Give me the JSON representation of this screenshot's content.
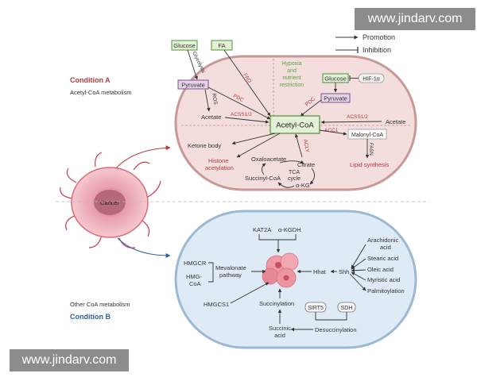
{
  "watermark": "www.jindarv.com",
  "legend": {
    "promotion": "Promotion",
    "inhibition": "Inhibition"
  },
  "condition_a": {
    "title": "Condition A",
    "subtitle": "Acetyl-CoA metabolism",
    "nodes": {
      "glucose": "Glucose",
      "fa": "FA",
      "glycolysis": "Glycolysis",
      "fao": "FAO",
      "pyruvate": "Pyruvate",
      "ros": "ROS",
      "pdc": "PDC",
      "acetate": "Acetate",
      "acss": "ACSS1/2",
      "hypoxia_1": "Hypoxia",
      "hypoxia_2": "and",
      "hypoxia_3": "nutrient",
      "hypoxia_4": "restriction",
      "glucose_r": "Glucose",
      "hif": "HIF-1α",
      "pdc_r": "PDC",
      "pyruvate_r": "Pyruvate",
      "acss_r": "ACSS1/2",
      "acetate_r": "Acetate",
      "acetyl_coa": "Acetyl-CoA",
      "acc1": "ACC1",
      "malonyl": "Malonyl-CoA",
      "fasn": "FASN",
      "lipid": "Lipid synthesis",
      "ketone": "Ketone body",
      "histone_1": "Histone",
      "histone_2": "acetylation",
      "aclf": "ACLY",
      "oxaloacetate": "Oxaloacetate",
      "citrate": "Citrate",
      "tca_1": "TCA",
      "tca_2": "cycle",
      "succinyl": "Succinyl-CoA",
      "akg": "α-KG"
    }
  },
  "cancer": "Cancer",
  "condition_b": {
    "title": "Condition B",
    "subtitle": "Other CoA metabolism",
    "nodes": {
      "kat2a": "KAT2A",
      "akgdh": "α-KGDH",
      "hmgcr": "HMGCR",
      "hmg_1": "HMG-",
      "hmg_2": "CoA",
      "mev_1": "Mevalonate",
      "mev_2": "pathway",
      "hhat": "Hhat",
      "shh": "Shh",
      "arach_1": "Arachidonic",
      "arach_2": "acid",
      "stearic": "Stearic acid",
      "oleic": "Oleic acid",
      "myristic": "Myristic acid",
      "palmit": "Palmitoylation",
      "hmgcs1": "HMGCS1",
      "succinylation": "Succinylation",
      "sirt5": "SIRT5",
      "sdh": "SDH",
      "desucc": "Desuccinylation",
      "succ_acid_1": "Succinic",
      "succ_acid_2": "acid"
    }
  },
  "colors": {
    "red_label": "#b23b3b",
    "blue_label": "#2f5f9a",
    "green_text": "#5aa642",
    "box_green_fill": "#e3f0d6",
    "box_green_stroke": "#4f8f3a",
    "box_purple_fill": "#e6d3ea",
    "box_purple_stroke": "#7d4f8a",
    "cell_a_fill": "#f3dedd",
    "cell_a_stroke": "#c79a98",
    "cell_b_fill": "#deebf6",
    "cell_b_stroke": "#9db8d3"
  }
}
